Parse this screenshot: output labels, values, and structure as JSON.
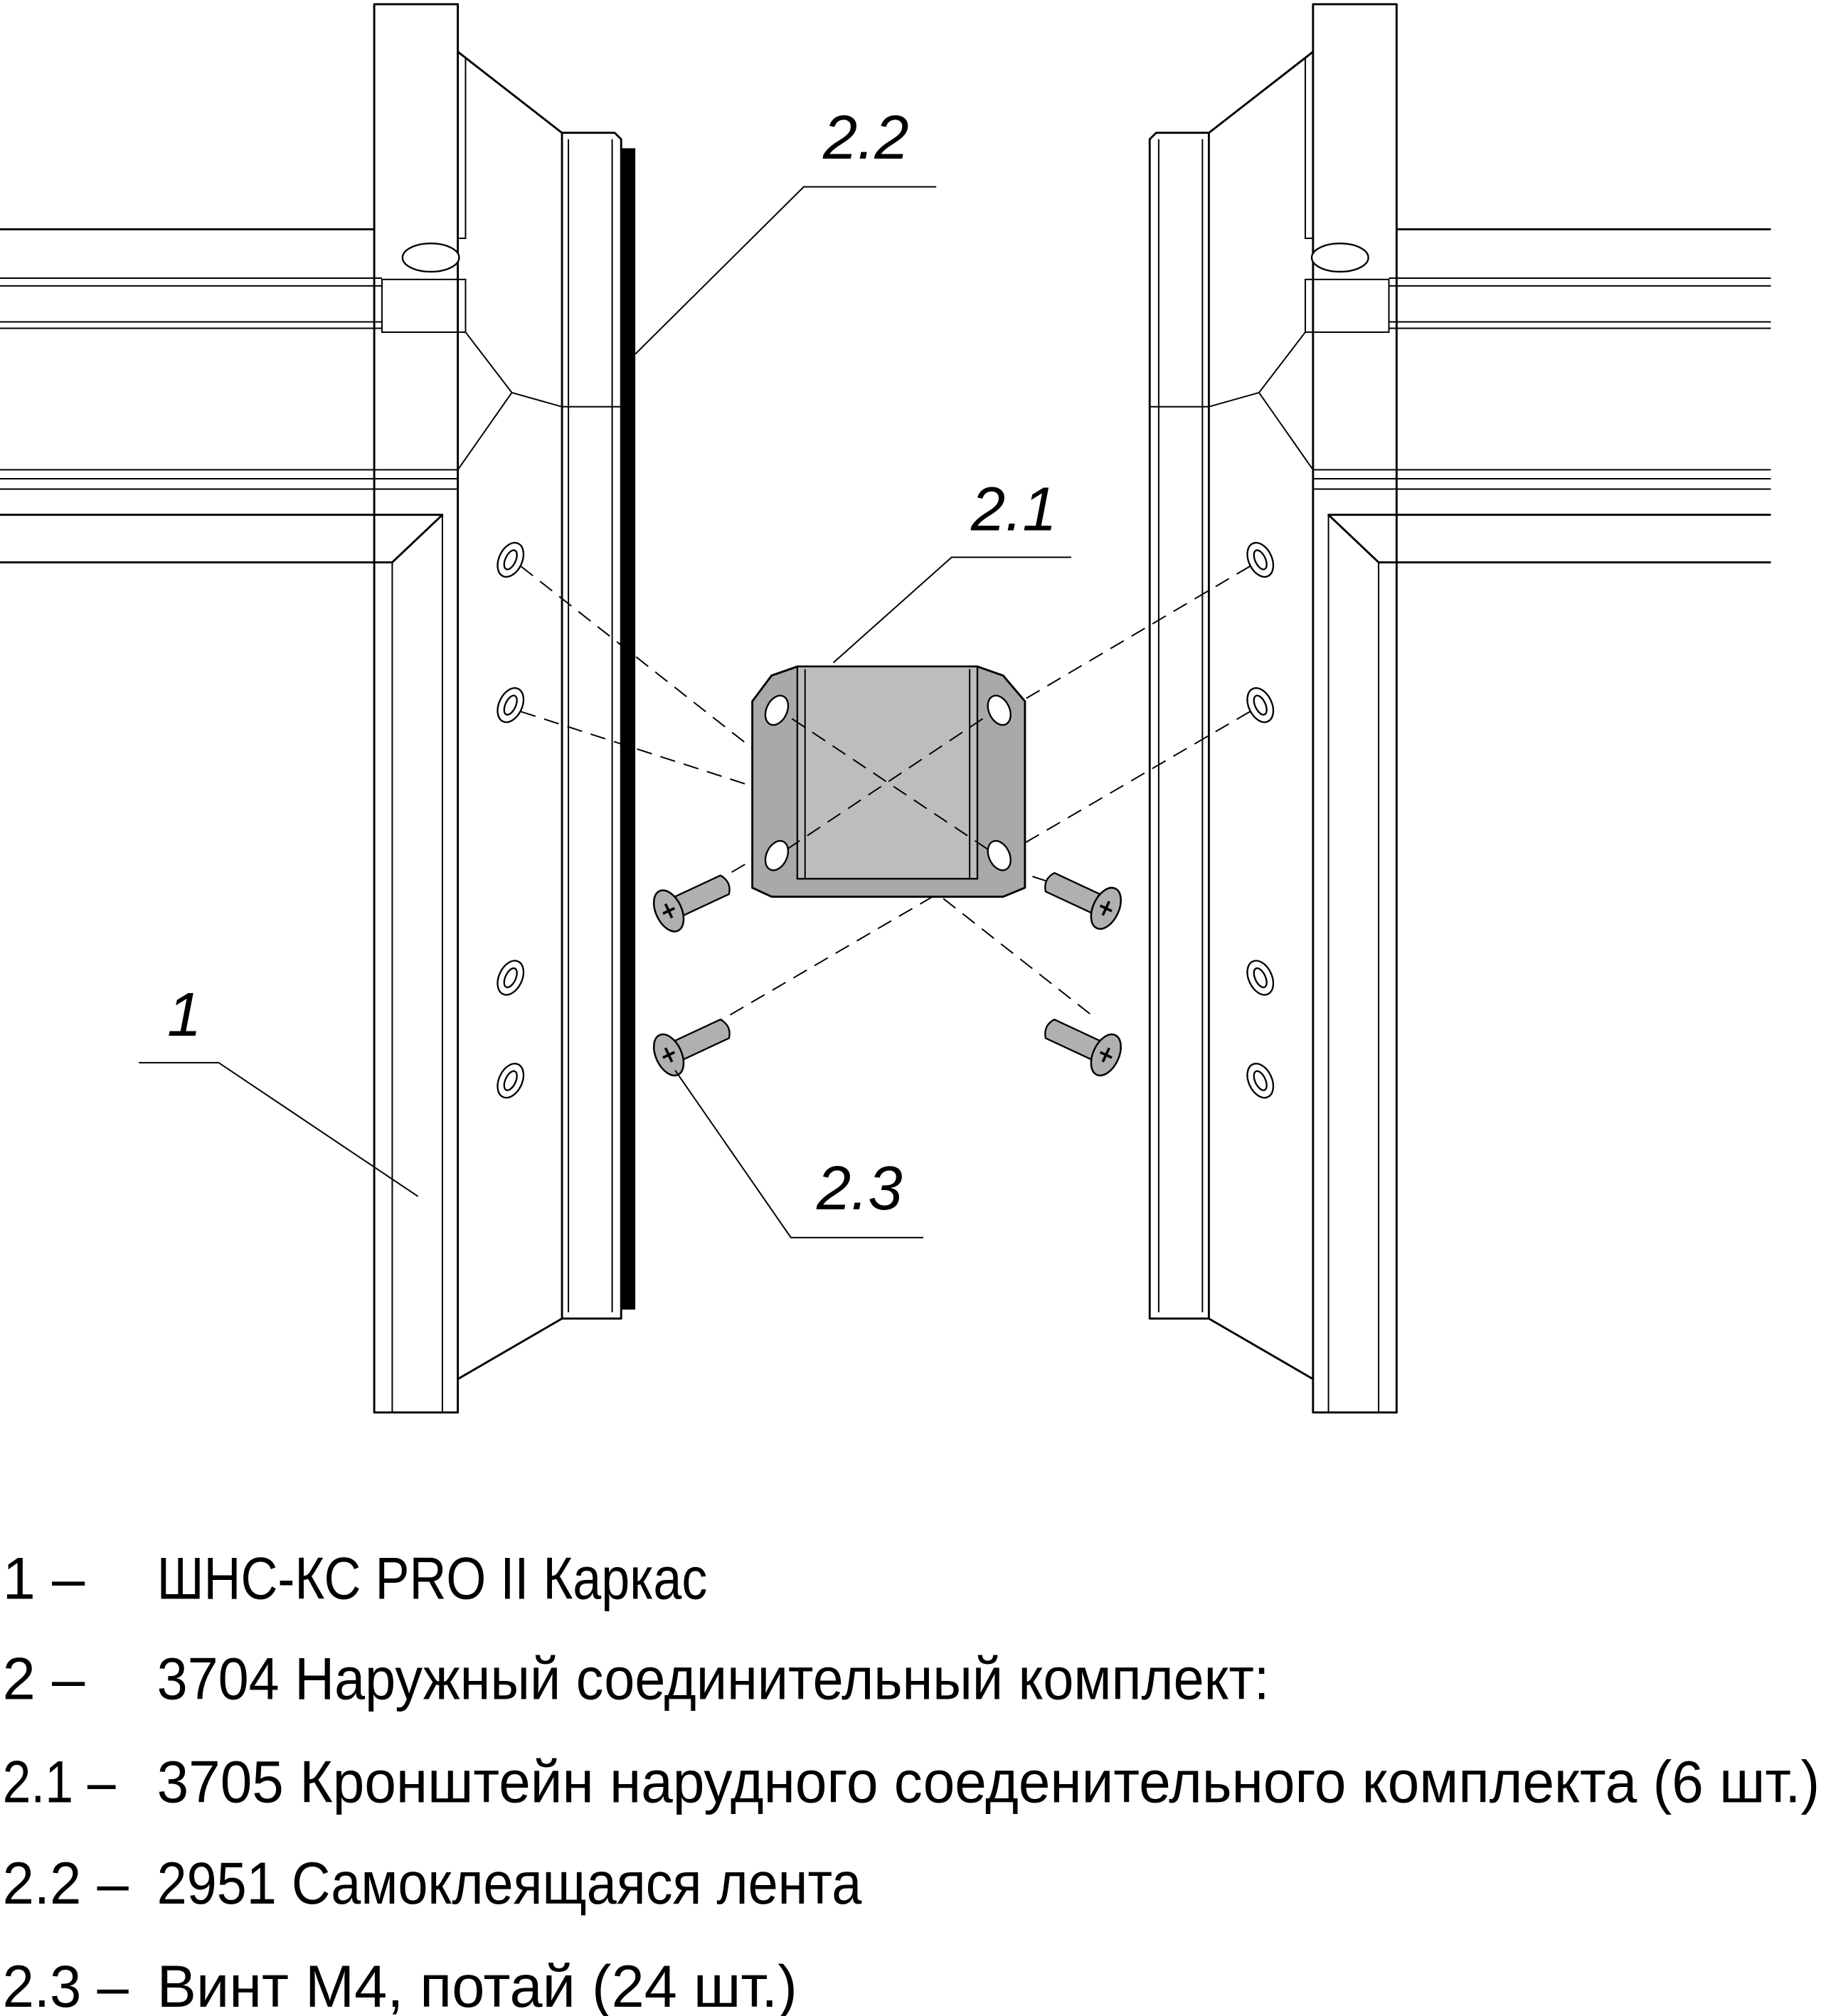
{
  "callouts": {
    "frame": "1",
    "bracket": "2.1",
    "tape": "2.2",
    "screw": "2.3"
  },
  "legend": [
    {
      "num": "1 –",
      "text": "ШНС-КС PRO II Каркас"
    },
    {
      "num": "2 –",
      "text": "3704 Наружный соединительный комплект:"
    },
    {
      "num": "2.1 –",
      "text": "3705 Кронштейн нарудного соеденительного комплекта (6 шт.)"
    },
    {
      "num": "2.2 –",
      "text": "2951 Самоклеящаяся лента"
    },
    {
      "num": "2.3 –",
      "text": "Винт М4, потай (24 шт.)"
    }
  ],
  "colors": {
    "bracket": "#a9a9a9",
    "bracket_face": "#bdbdbd",
    "tape": "#000000"
  }
}
